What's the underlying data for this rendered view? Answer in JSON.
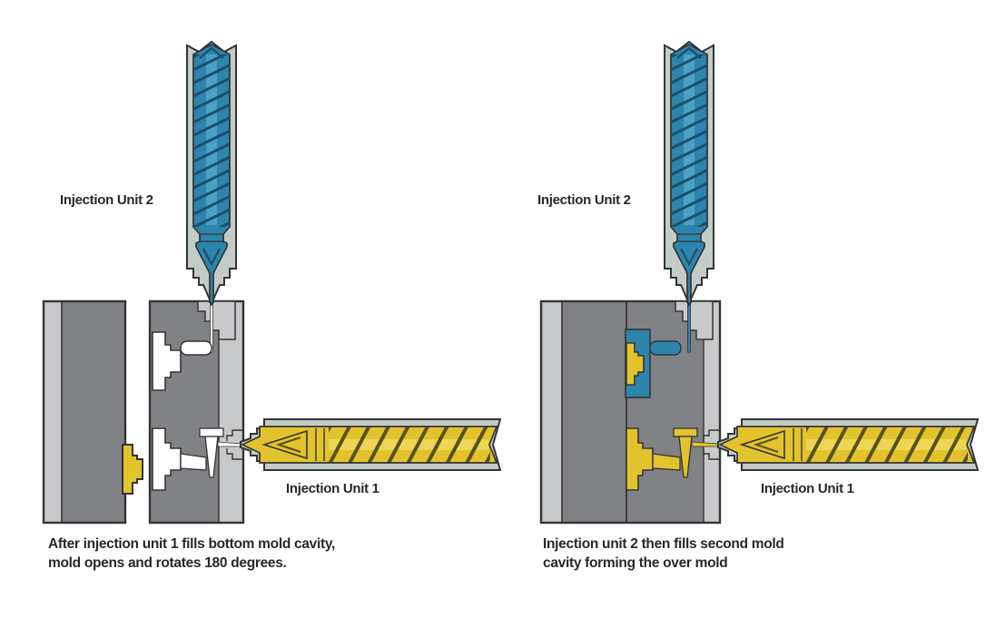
{
  "colors": {
    "page-bg": "#ffffff",
    "dark-gray": "#808285",
    "light-gray": "#c8c9cb",
    "barrel-gray": "#c3ccc6",
    "blue": "#2d84ac",
    "blue-dark": "#1b4f6b",
    "blue-light": "#49a2c4",
    "yellow": "#e2c32d",
    "yellow-dark": "#57511a",
    "yellow-light": "#edd655",
    "outline": "#343434",
    "text": "#2b2728"
  },
  "left_panel": {
    "unit2_label": "Injection Unit 2",
    "unit1_label": "Injection Unit 1",
    "caption": [
      "After injection unit 1 fills bottom mold cavity,",
      "mold opens and rotates 180 degrees."
    ]
  },
  "right_panel": {
    "unit2_label": "Injection Unit 2",
    "unit1_label": "Injection Unit 1",
    "caption": [
      "Injection unit 2 then fills second mold",
      "cavity forming the over mold"
    ]
  }
}
